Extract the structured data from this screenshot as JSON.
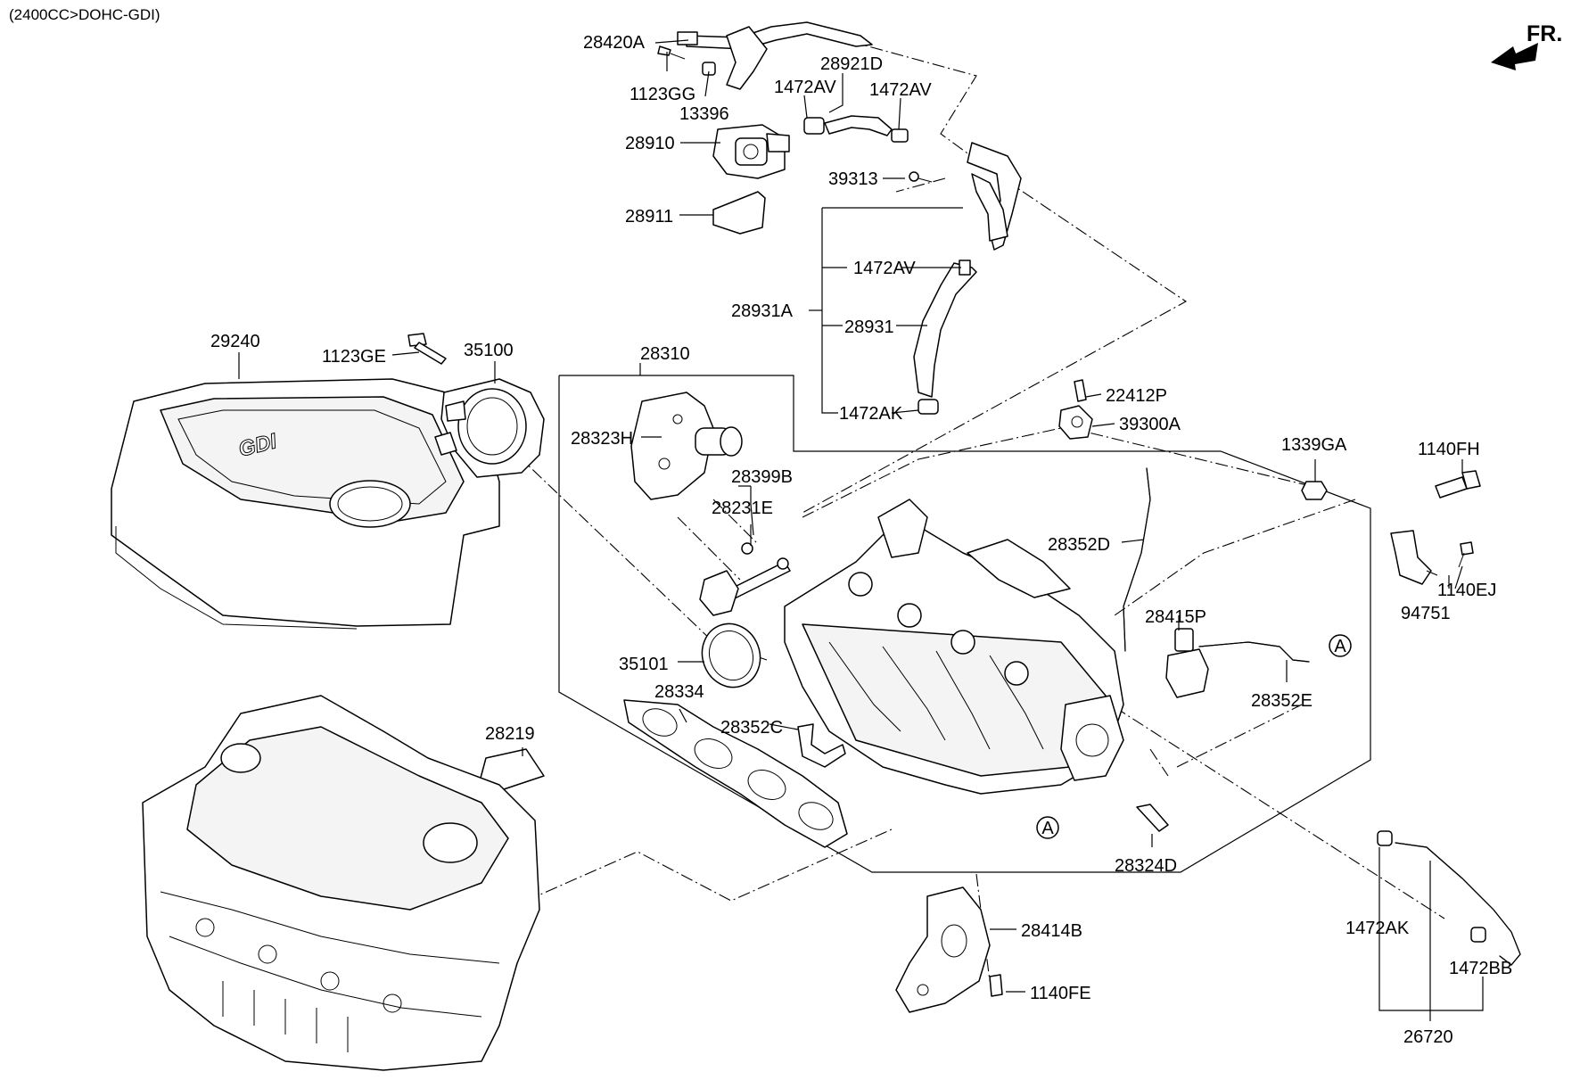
{
  "header": {
    "engine_code": "(2400CC>DOHC-GDI)",
    "front_indicator": "FR."
  },
  "parts": {
    "p28420A": "28420A",
    "p1123GG": "1123GG",
    "p13396": "13396",
    "p28910": "28910",
    "p28911": "28911",
    "p28921D": "28921D",
    "p1472AV_a": "1472AV",
    "p1472AV_b": "1472AV",
    "p39313": "39313",
    "p1472AV_c": "1472AV",
    "p28931A": "28931A",
    "p28931": "28931",
    "p1472AK_a": "1472AK",
    "p29240": "29240",
    "p1123GE": "1123GE",
    "p35100": "35100",
    "p28310": "28310",
    "p22412P": "22412P",
    "p39300A": "39300A",
    "p28323H": "28323H",
    "p28399B": "28399B",
    "p28231E": "28231E",
    "p1339GA": "1339GA",
    "p1140FH": "1140FH",
    "p28352D": "28352D",
    "p1140EJ": "1140EJ",
    "p94751": "94751",
    "p28415P": "28415P",
    "p35101": "35101",
    "p28334": "28334",
    "p28352E": "28352E",
    "p28352C": "28352C",
    "p28219": "28219",
    "p28324D": "28324D",
    "p28414B": "28414B",
    "p1140FE": "1140FE",
    "p1472AK_b": "1472AK",
    "p1472BB": "1472BB",
    "p26720": "26720"
  },
  "connector_markers": {
    "marker_a_1": "A",
    "marker_a_2": "A"
  },
  "engine_cover_logo": "GDI",
  "front_arrow_icon": "front-arrow-icon"
}
